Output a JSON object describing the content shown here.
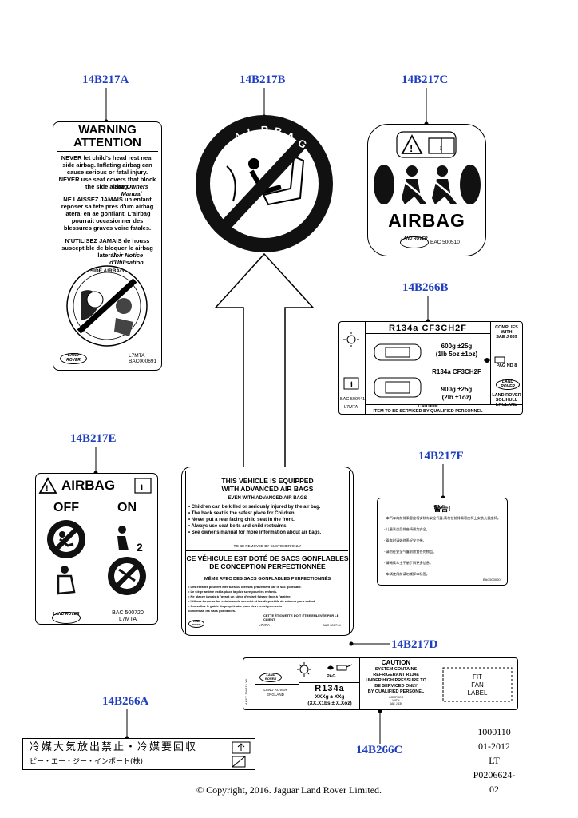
{
  "callouts": {
    "a14b217a": "14B217A",
    "a14b217b": "14B217B",
    "a14b217c": "14B217C",
    "a14b266b": "14B266B",
    "a14b217e": "14B217E",
    "a14b217f": "14B217F",
    "a14b217d": "14B217D",
    "a14b266a": "14B266A",
    "a14b266c": "14B266C"
  },
  "label_a": {
    "title1": "WARNING",
    "title2": "ATTENTION",
    "en1": "NEVER let child's head rest near side airbag. Inflating airbag can cause serious or fatal injury.",
    "en2": "NEVER use seat covers that block the side airbag.",
    "en3": "See Owners Manual",
    "fr1": "NE LAISSEZ JAMAIS un enfant reposer sa tete pres d'um airbag lateral en ae gonflant. L'airbag pourrait occasionner des blessures graves voire fatales.",
    "fr2": "N'UTILISEZ JAMAIS de houss susceptible de bloquer le airbag lateral.",
    "fr3": "Voir Notice d'Utilisation.",
    "badge": "SIDE AIRBAG",
    "logo": "LAND ROVER",
    "code1": "L7MTA",
    "code2": "BAC000691"
  },
  "label_b": {
    "ring_text": "AIRBAG"
  },
  "label_c": {
    "main": "AIRBAG",
    "logo": "LAND ROVER",
    "code": "BAC 500510"
  },
  "label_266b": {
    "refrig": "R134a CF3CH2F",
    "amount1": "600g ±25g",
    "amount1b": "(1lb 5oz ±1oz)",
    "refrig2": "R134a CF3CH2F",
    "amount2": "900g ±25g",
    "amount2b": "(2lb ±1oz)",
    "comply1": "COMPLIES",
    "comply2": "WITH",
    "comply3": "SAE J 639",
    "pag": "PAG ND 8",
    "logo": "LAND ROVER",
    "loc1": "LAND ROVER",
    "loc2": "SOLIHULL",
    "loc3": "ENGLAND",
    "bac": "BAC 500441",
    "l7": "L7MTA",
    "caution": "CAUTION",
    "service": "ITEM TO BE SERVICED BY QUALIFIED PERSONNEL"
  },
  "label_e": {
    "title": "AIRBAG",
    "off": "OFF",
    "on": "ON",
    "logo": "LAND ROVER",
    "code1": "BAC 500720",
    "code2": "L7MTA",
    "badge_num": "2"
  },
  "label_d": {
    "t1": "THIS VEHICLE IS EQUIPPED",
    "t2": "WITH ADVANCED AIR BAGS",
    "s1": "EVEN WITH ADVANCED AIR BAGS",
    "b1": "•  Children can be killed or seriously injured by the air bag.",
    "b2": "•  The back seat is the safest place for Children.",
    "b3": "•  Never put a rear facing child seat in the front.",
    "b4": "•  Always use seat belts and child restraints.",
    "b5": "•  See owner's manual for more information about air bags.",
    "remove": "TO BE REMOVED BY CUSTOMER ONLY",
    "f1": "CE VÉHICULE EST DOTÉ DE SACS GONFLABLES",
    "f2": "DE CONCEPTION PERFECTIONNÉE",
    "fs": "MÊME AVEC DES SACS GONFLABLES PERFECTIONNÉS",
    "fb1": "•  Les enfants peuvent être tués ou blessés gravement par le sac gonflable.",
    "fb2": "•  Le siège arrière est la place la plus sure pour les enfants.",
    "fb3": "•  Ne placez jamais à l'avant un siège d'enfant faisant face à l'arrière.",
    "fb4": "•  Utilisez toujours les ceintures de securité et les dispositifs de retenue pour enfant.",
    "fb5": "•  Consultez le guide du propriétaire pour des renseignements concernan les sacs gonflables.",
    "fremove": "CETTE ÉTIQUETTE DOIT ÊTRE ENLEVÉE PAR LE CLIENT",
    "logo": "LAND ROVER",
    "l7": "L7MTA",
    "bac": "BAC 500794"
  },
  "label_f": {
    "title": "警告!",
    "lines": [
      "- 本汽车的前排乘客座椅安装有安全气囊,请勿在前排乘客座椅上安装儿童座椅。",
      "- 儿童乘坐后排座椅最为安全。",
      "- 乘车时请始终系好安全带。",
      "- 请勿在安全气囊前放置任何物品。",
      "- 请阅读车主手册了解更多信息。",
      "- 车辆使用前请勿撕掉本标签。"
    ],
    "code": "BAC500000"
  },
  "label_266c": {
    "logo": "LAND ROVER",
    "pag": "PAG",
    "lr1": "LAND ROVER",
    "lr2": "ENGLAND",
    "refrig": "R134a",
    "amt1": "XXXg ± XXg",
    "amt2": "(XX.X1bs ± X.Xoz)",
    "caution": "CAUTION",
    "c1": "SYSTEM CONTAINS",
    "c2": "REFRIGERANT R134a",
    "c3": "UNDER HIGH PRESSURE TO",
    "c4": "BE SERVICED ONLY",
    "c5": "BY QUALIFIED PERSONEL",
    "comply1": "COMPLIES",
    "comply2": "WITH",
    "comply3": "SAE J 639",
    "fit1": "FIT",
    "fit2": "FAN",
    "fit3": "LABEL",
    "side": "AHXX-19A112-XX"
  },
  "label_266a": {
    "line1": "冷媒大気放出禁止・冷媒要回収",
    "line2": "ピー・エー・ジー・インポート(株)"
  },
  "footer": {
    "ref1": "1000110",
    "ref2": "01-2012",
    "ref3": "LT",
    "ref4": "P0206624-02",
    "copyright": "© Copyright, 2016. Jaguar Land Rover Limited."
  }
}
